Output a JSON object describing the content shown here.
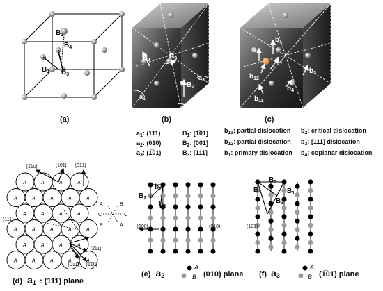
{
  "panels": {
    "a": {
      "caption": "(a)",
      "labels": {
        "B2": "B",
        "B2_sub": "2",
        "B4": "B",
        "B4_sub": "4",
        "B1": "B",
        "B1_sub": "1",
        "B3": "B",
        "B3_sub": "3"
      }
    },
    "b": {
      "caption": "(b)",
      "labels": {
        "B1": "B",
        "B1_sub": "1",
        "B2": "B",
        "B2_sub": "2",
        "a1": "a",
        "a1_sub": "1",
        "a2": "a",
        "a2_sub": "2",
        "a3": "a",
        "a3_sub": "3"
      },
      "legend": [
        {
          "a": "a",
          "a_sub": "1",
          "a_val": ": (111)",
          "b": "B",
          "b_sub": "1",
          "b_val": ": [1̅01]"
        },
        {
          "a": "a",
          "a_sub": "2",
          "a_val": ": (010)",
          "b": "B",
          "b_sub": "2",
          "b_val": ": [001]"
        },
        {
          "a": "a",
          "a_sub": "3",
          "a_val": ": (1̅01)",
          "b": "B",
          "b_sub": "3",
          "b_val": ": [111]"
        }
      ]
    },
    "c": {
      "caption": "(c)",
      "labels": {
        "b1": "b",
        "b1_sub": "1",
        "b2": "b",
        "b2_sub": "2",
        "b3": "b",
        "b3_sub": "3",
        "b4": "b",
        "b4_sub": "4",
        "b11": "b",
        "b11_sub": "11",
        "b12": "b",
        "b12_sub": "12"
      },
      "legend": [
        {
          "b": "b",
          "sub": "11",
          "text": ": partial dislocation",
          "b2": "b",
          "sub2": "2",
          "text2": ": critical dislocation"
        },
        {
          "b": "b",
          "sub": "12",
          "text": ": partial dislocation",
          "b2": "b",
          "sub2": "3",
          "text2": ": [111] dislocation"
        },
        {
          "b": "b",
          "sub": "1",
          "text": ": primary dislocation",
          "b2": "b",
          "sub2": "4",
          "text2": ": coplanar dislocation"
        }
      ]
    },
    "d": {
      "caption_prefix": "(d)",
      "caption_a": "a",
      "caption_sub": "1",
      "caption_rest": ": (111) plane",
      "circle_label": "A",
      "dirs": {
        "d110": "[1̅10]",
        "d101": "[1̅01]",
        "d011": "[01̅1]",
        "d111": "(111)",
        "d211": "[2̅11]",
        "d01bar1": "[011̅]",
        "d110b": "[1̅1̅0]"
      },
      "star": {
        "A": "A",
        "B": "B",
        "C": "C"
      }
    },
    "e": {
      "caption_prefix": "(e)",
      "caption_a": "a",
      "caption_sub": "2",
      "caption_rest": "(010) plane",
      "legend_A": "A",
      "legend_B": "B",
      "labels": {
        "b2": "b",
        "b2_sub": "2",
        "B2": "B",
        "B2_sub": "2",
        "dir100": "[100]",
        "plane010": "(010)"
      }
    },
    "f": {
      "caption_prefix": "(f)",
      "caption_a": "a",
      "caption_sub": "3",
      "caption_rest": "(1̅01) plane",
      "labels": {
        "B2": "B",
        "B2_sub": "2",
        "B4": "B",
        "B4_sub": "4",
        "B1": "B",
        "B1_sub": "1",
        "B3": "B",
        "B3_sub": "3",
        "dir101": "(1̅01)"
      }
    }
  }
}
